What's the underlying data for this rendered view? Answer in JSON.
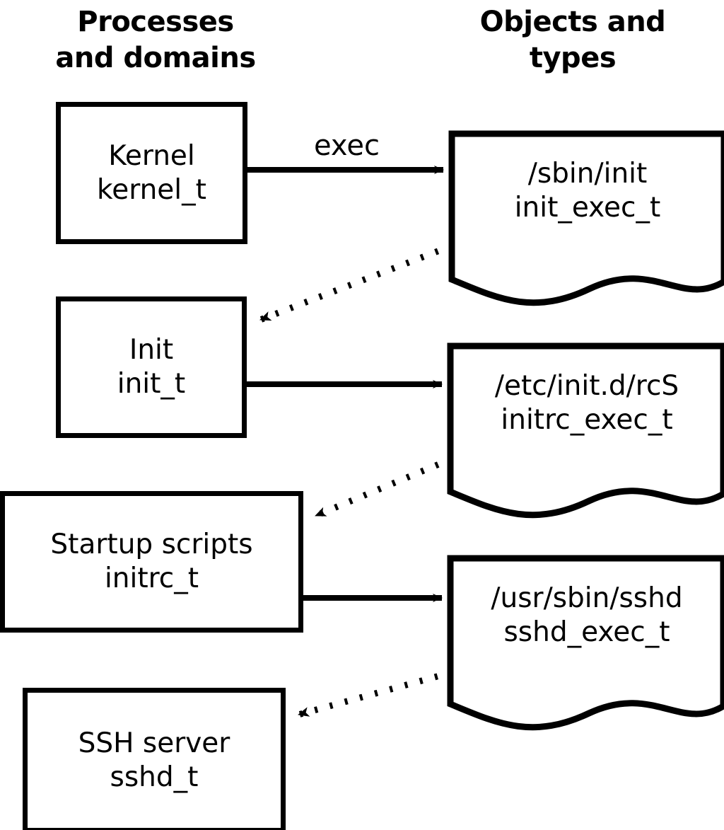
{
  "diagram": {
    "title_left": "Processes\nand domains",
    "title_right": "Objects and\ntypes",
    "stroke_color": "#000000",
    "background_color": "#ffffff"
  },
  "processes": [
    {
      "id": "kernel",
      "line1": "Kernel",
      "line2": "kernel_t"
    },
    {
      "id": "init",
      "line1": "Init",
      "line2": "init_t"
    },
    {
      "id": "initrc",
      "line1": "Startup scripts",
      "line2": "initrc_t"
    },
    {
      "id": "sshd",
      "line1": "SSH server",
      "line2": "sshd_t"
    }
  ],
  "objects": [
    {
      "id": "init_exec",
      "line1": "/sbin/init",
      "line2": "init_exec_t"
    },
    {
      "id": "initrc_exec",
      "line1": "/etc/init.d/rcS",
      "line2": "initrc_exec_t"
    },
    {
      "id": "sshd_exec",
      "line1": "/usr/sbin/sshd",
      "line2": "sshd_exec_t"
    }
  ],
  "edges": [
    {
      "id": "kernel-exec-init_exec",
      "from": "kernel",
      "to": "init_exec",
      "style": "solid",
      "label": "exec"
    },
    {
      "id": "init_exec-transition-init",
      "from": "init_exec",
      "to": "init",
      "style": "dotted",
      "label": ""
    },
    {
      "id": "init-exec-initrc_exec",
      "from": "init",
      "to": "initrc_exec",
      "style": "solid",
      "label": ""
    },
    {
      "id": "initrc_exec-transition-initrc",
      "from": "initrc_exec",
      "to": "initrc",
      "style": "dotted",
      "label": ""
    },
    {
      "id": "initrc-exec-sshd_exec",
      "from": "initrc",
      "to": "sshd_exec",
      "style": "solid",
      "label": ""
    },
    {
      "id": "sshd_exec-transition-sshd",
      "from": "sshd_exec",
      "to": "sshd",
      "style": "dotted",
      "label": ""
    }
  ],
  "edge_labels": {
    "exec": "exec"
  }
}
